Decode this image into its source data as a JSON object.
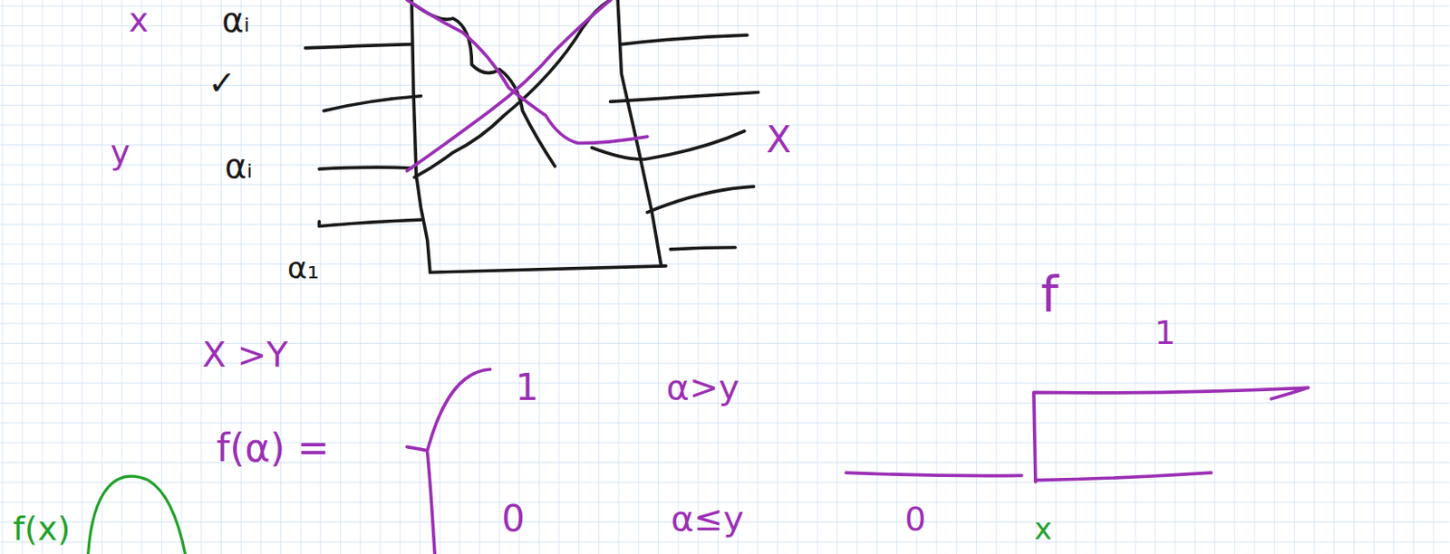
{
  "diagram": {
    "labels": [
      "x",
      "αᵢ",
      "✓",
      "y",
      "αᵢ",
      "X",
      "α₁",
      "X >Y",
      "f",
      "1",
      "f(α) =",
      "1",
      "α>y",
      "0",
      "α≤y",
      "0",
      "x",
      "f(x)"
    ]
  }
}
